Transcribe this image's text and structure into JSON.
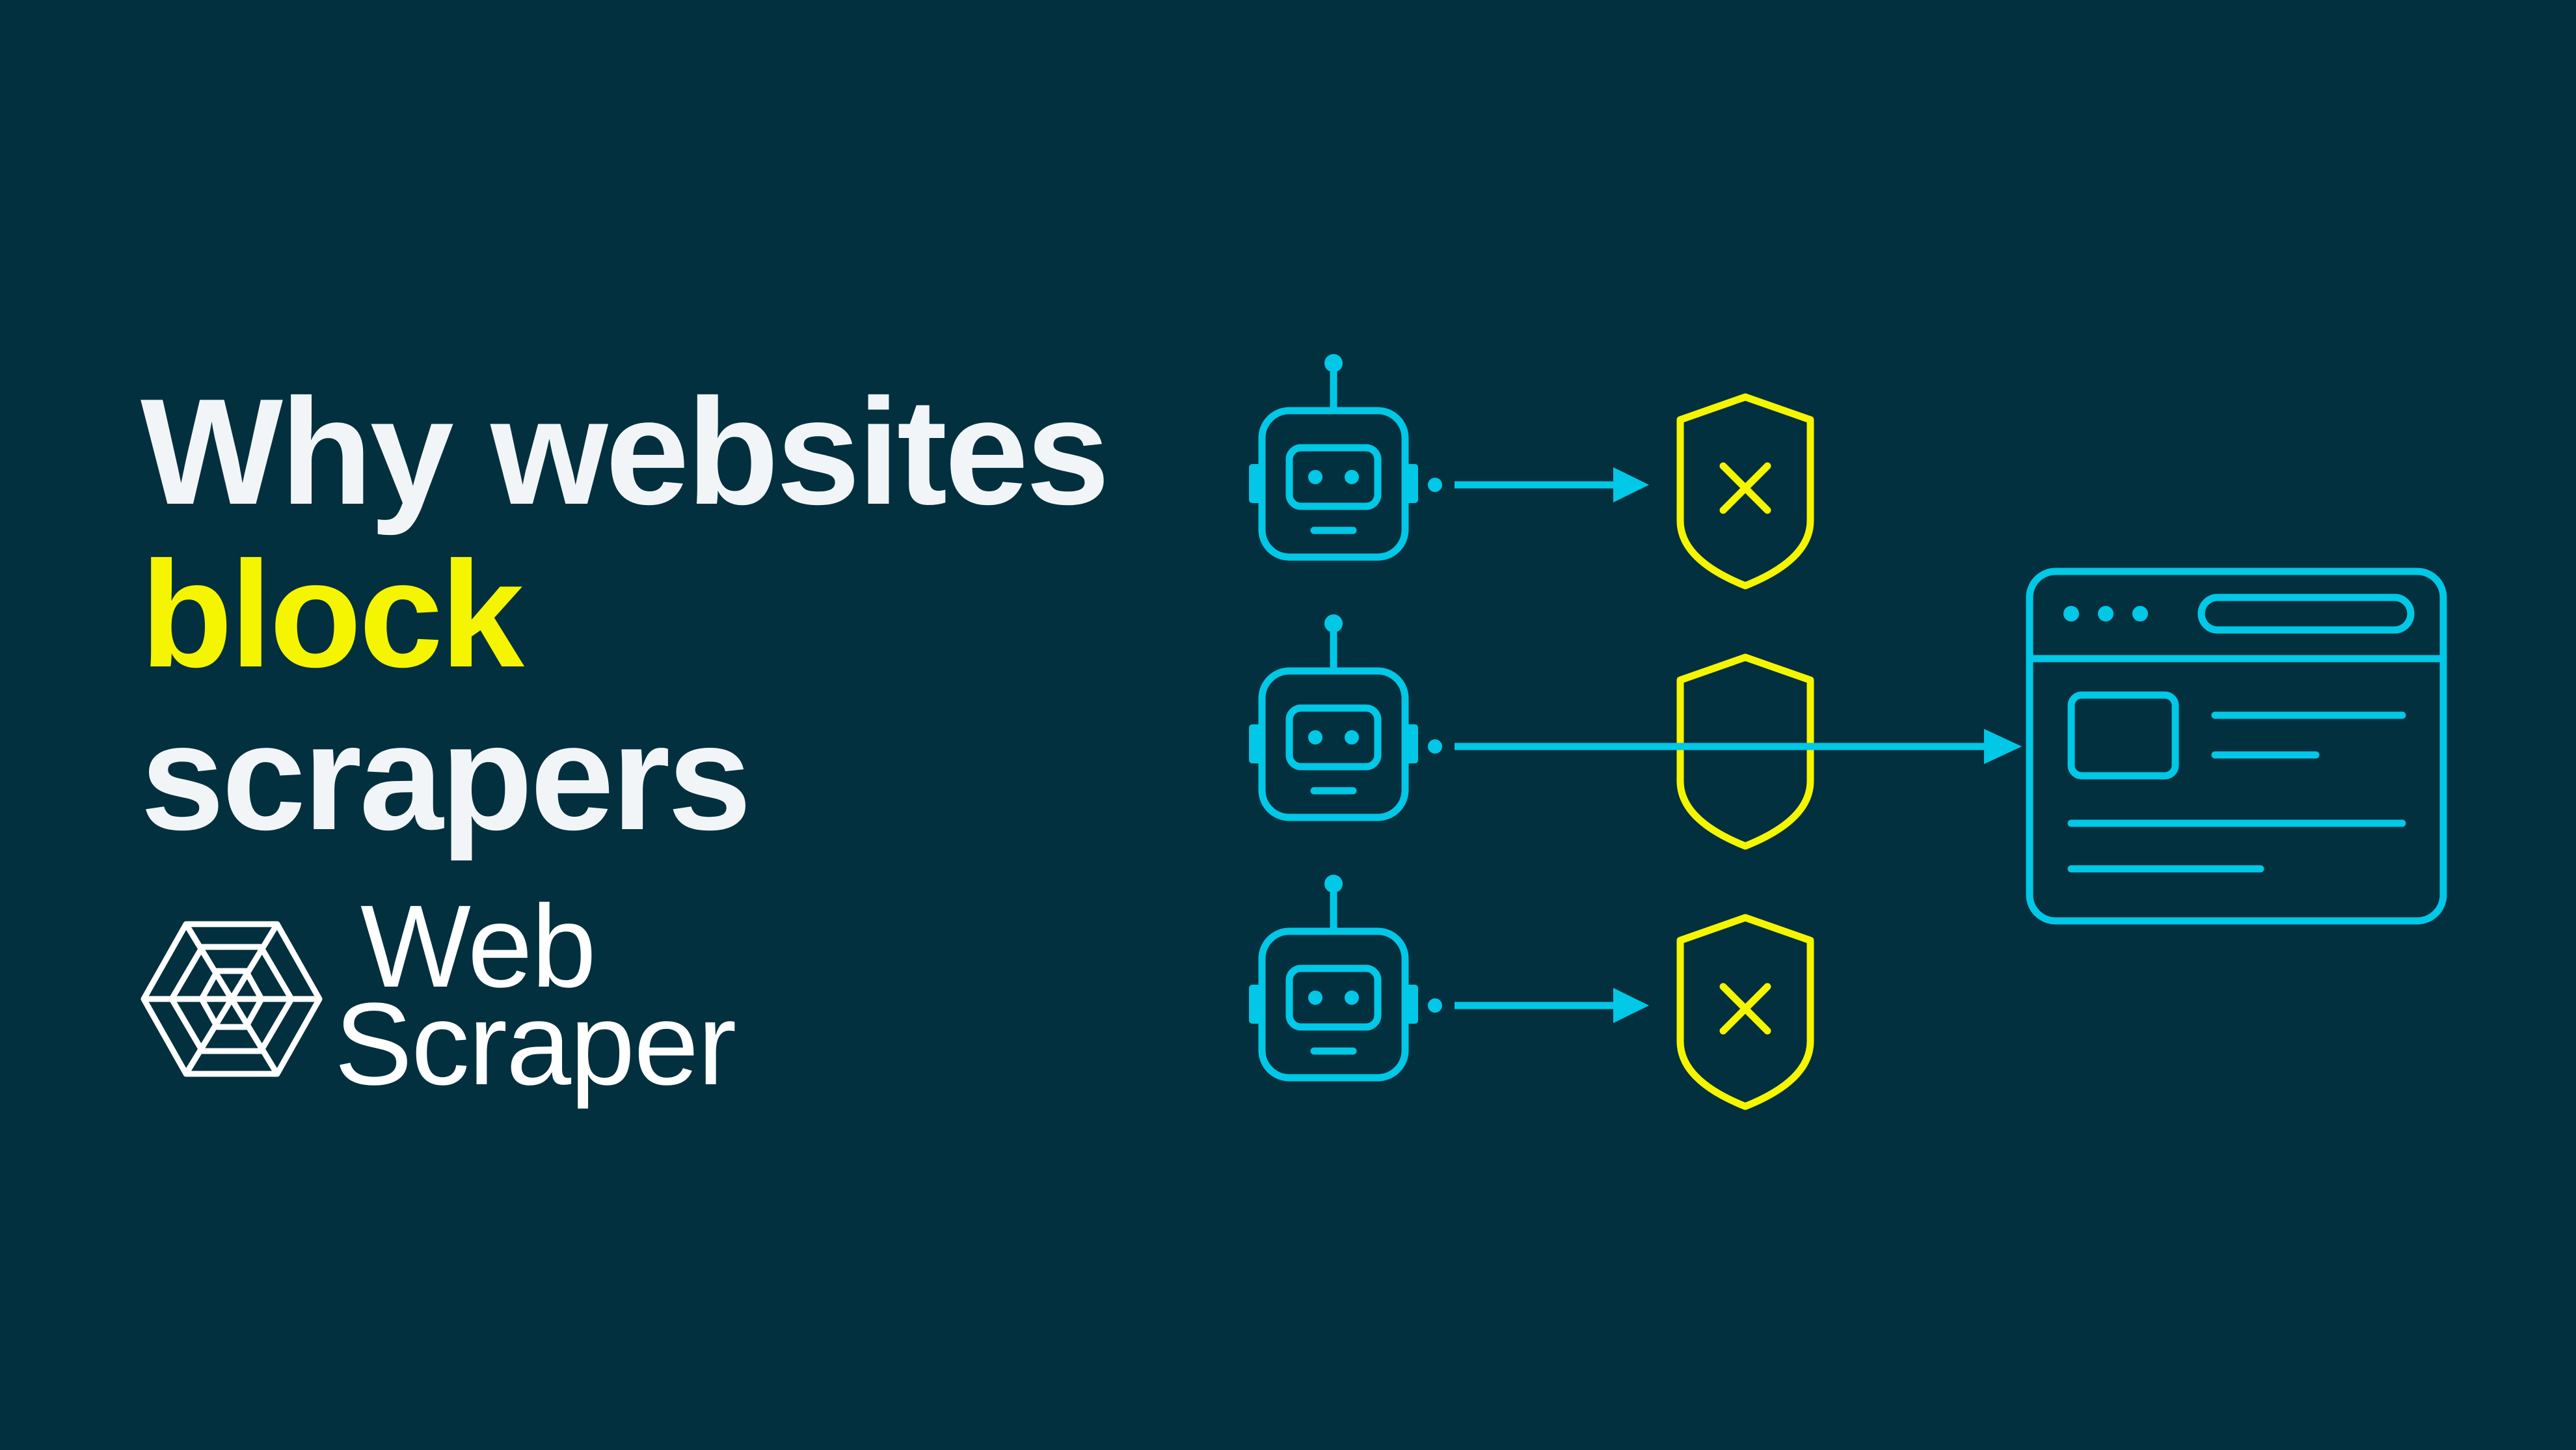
{
  "headline": {
    "line1": "Why websites",
    "line2": "block",
    "line3": "scrapers"
  },
  "logo": {
    "line1": "Web",
    "line2": "Scraper"
  },
  "colors": {
    "background": "#02303f",
    "cyan": "#00c8e6",
    "yellow": "#f5f500",
    "white": "#f2f5f7"
  },
  "diagram": {
    "robots": [
      "robot-icon",
      "robot-icon",
      "robot-icon"
    ],
    "shields": [
      "shield-x-icon",
      "shield-icon",
      "shield-x-icon"
    ],
    "target": "browser-window-icon"
  }
}
